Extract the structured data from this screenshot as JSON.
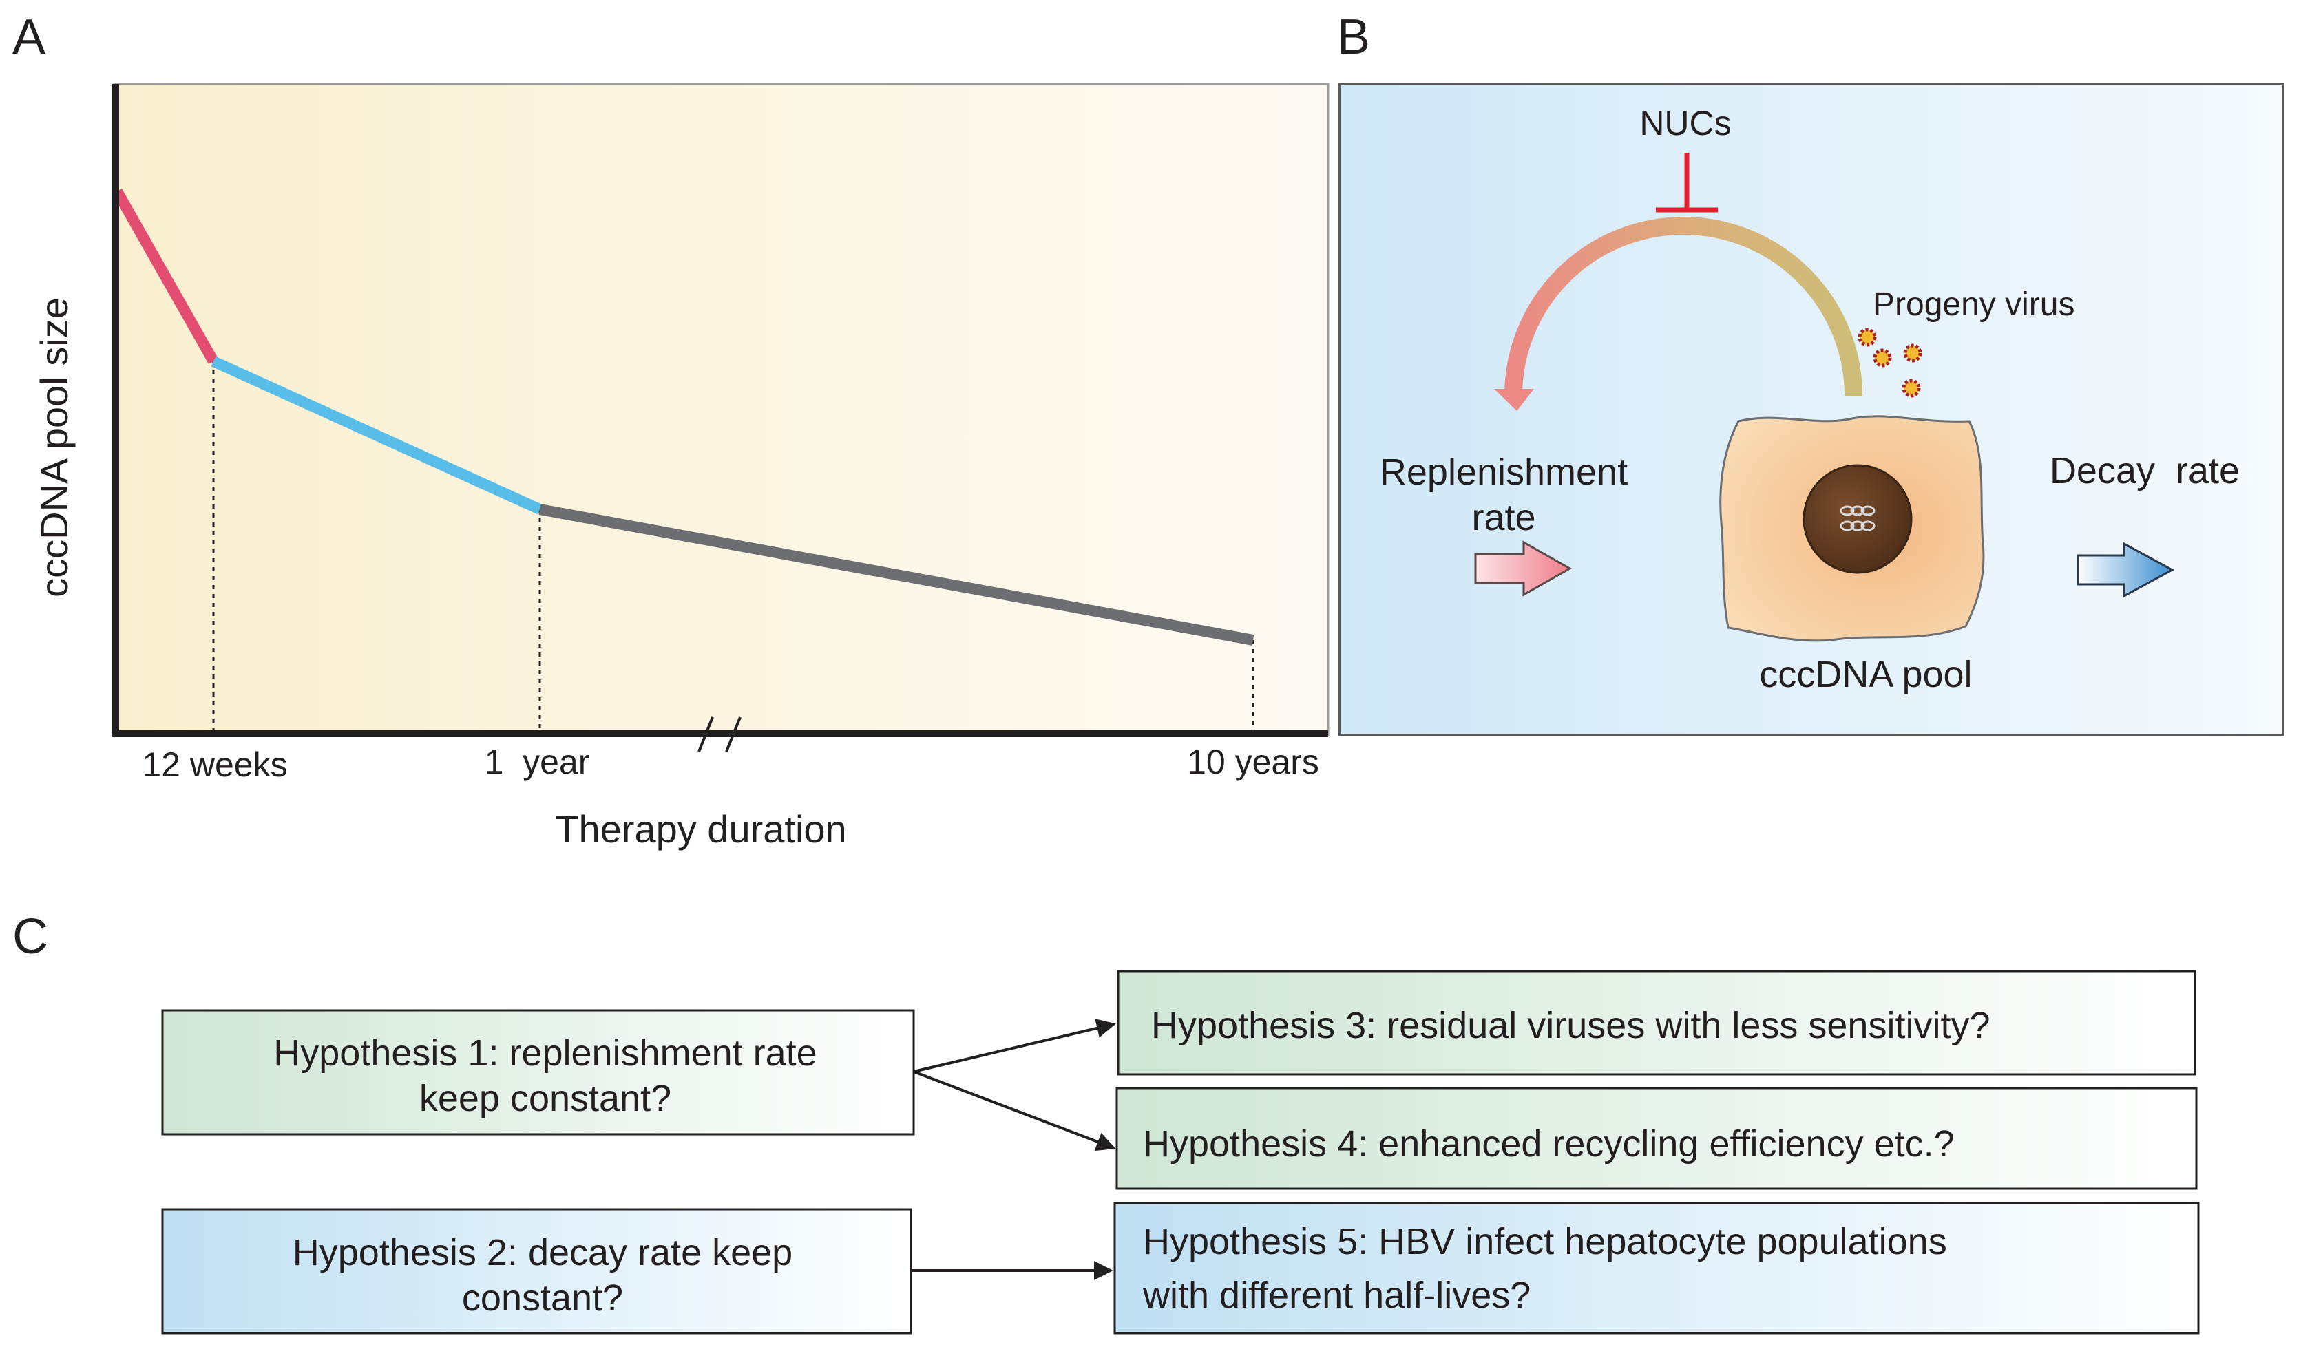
{
  "panel_a": {
    "letter": "A",
    "y_label": "cccDNA pool size",
    "x_label": "Therapy duration",
    "tick_labels": [
      "12 weeks",
      "1  year",
      "10 years"
    ],
    "segment_colors": [
      "#e34d6f",
      "#58bde8",
      "#6d6e71"
    ],
    "background_colors": [
      "#f9efcf",
      "#fefbf4"
    ]
  },
  "panel_b": {
    "letter": "B",
    "inhibitor_label": "NUCs",
    "virus_label": "Progeny virus",
    "left_label_line1": "Replenishment",
    "left_label_line2": "rate",
    "right_label": "Decay  rate",
    "pool_label": "cccDNA pool",
    "inhibit_color": "#e2202b",
    "cell_color": "#f3b882",
    "nucleus_color": "#5c3a22",
    "background_colors": [
      "#cfe8f7",
      "#f6fafd"
    ]
  },
  "panel_c": {
    "letter": "C",
    "hypotheses": {
      "h1_line1": "Hypothesis 1: replenishment rate",
      "h1_line2": "keep constant?",
      "h2_line1": "Hypothesis 2: decay rate keep",
      "h2_line2": "constant?",
      "h3": "Hypothesis 3: residual viruses with less sensitivity?",
      "h4": "Hypothesis 4: enhanced recycling efficiency etc.?",
      "h5_line1": "Hypothesis 5: HBV infect hepatocyte populations",
      "h5_line2": "with different half-lives?"
    },
    "box_colors": {
      "green": "#cfe6d5",
      "blue": "#bfe0f3",
      "fade": "#ffffff"
    }
  }
}
